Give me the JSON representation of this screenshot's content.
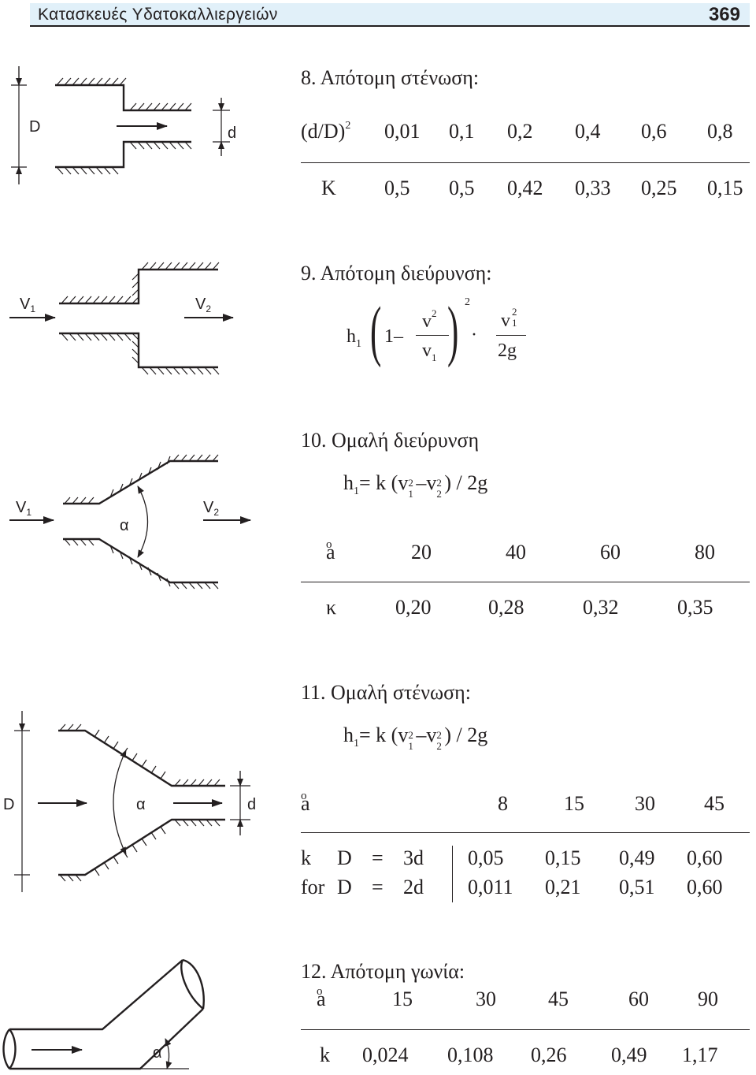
{
  "header": {
    "title": "Κατασκευές Υδατοκαλλιεργειών",
    "page_number": "369"
  },
  "s8": {
    "heading": "8. Απότομη στένωση:",
    "row1": {
      "label": "(d/D)",
      "sup": "2",
      "values": [
        "0,01",
        "0,1",
        "0,2",
        "0,4",
        "0,6",
        "0,8"
      ]
    },
    "row2": {
      "label": "K",
      "values": [
        "0,5",
        "0,5",
        "0,42",
        "0,33",
        "0,25",
        "0,15"
      ]
    },
    "fig": {
      "big_label": "D",
      "small_label": "d"
    }
  },
  "s9": {
    "heading": "9. Απότομη διεύρυνση:",
    "formula": {
      "h": "h",
      "h_sub": "1",
      "one_minus": "1–",
      "num": "v",
      "num_sup": "2",
      "den": "v",
      "den_sub": "1",
      "outer_sup": "2",
      "dot": "·",
      "rnum": "v",
      "rnum_sup": "2",
      "rnum_sub": "1",
      "rden": "2g"
    },
    "fig": {
      "v1": "V",
      "v1_sub": "1",
      "v2": "V",
      "v2_sub": "2"
    }
  },
  "s10": {
    "heading": "10. Ομαλή διεύρυνση",
    "formula": {
      "lhs": "h",
      "lhs_sub": "1",
      "eq": "= k (v",
      "sup1": "2",
      "sub1": "1",
      "minus": "–v",
      "sup2": "2",
      "sub2": "2",
      "tail": ") / 2g"
    },
    "row1": {
      "label": "a",
      "sup": "o",
      "values": [
        "20",
        "40",
        "60",
        "80"
      ]
    },
    "row2": {
      "label": "κ",
      "values": [
        "0,20",
        "0,28",
        "0,32",
        "0,35"
      ]
    },
    "fig": {
      "v1": "V",
      "v1_sub": "1",
      "v2": "V",
      "v2_sub": "2",
      "angle": "α"
    }
  },
  "s11": {
    "heading": "11. Ομαλή στένωση:",
    "formula": {
      "lhs": "h",
      "lhs_sub": "1",
      "eq": "= k (v",
      "sup1": "2",
      "sub1": "1",
      "minus": "–v",
      "sup2": "2",
      "sub2": "2",
      "tail": ") / 2g"
    },
    "row1": {
      "label": "a",
      "sup": "o",
      "values": [
        "8",
        "15",
        "30",
        "45"
      ]
    },
    "rows": [
      {
        "c1": "k",
        "c2": "D",
        "c3": "=",
        "c4": "3d",
        "values": [
          "0,05",
          "0,15",
          "0,49",
          "0,60"
        ]
      },
      {
        "c1": "for",
        "c2": "D",
        "c3": "=",
        "c4": "2d",
        "values": [
          "0,011",
          "0,21",
          "0,51",
          "0,60"
        ]
      }
    ],
    "fig": {
      "big_label": "D",
      "small_label": "d",
      "angle": "α"
    }
  },
  "s12": {
    "heading": "12. Απότομη γωνία:",
    "row1": {
      "label": "a",
      "sup": "o",
      "values": [
        "15",
        "30",
        "45",
        "60",
        "90"
      ]
    },
    "row2": {
      "label": "k",
      "values": [
        "0,024",
        "0,108",
        "0,26",
        "0,49",
        "1,17"
      ]
    },
    "fig": {
      "angle": "α"
    }
  }
}
